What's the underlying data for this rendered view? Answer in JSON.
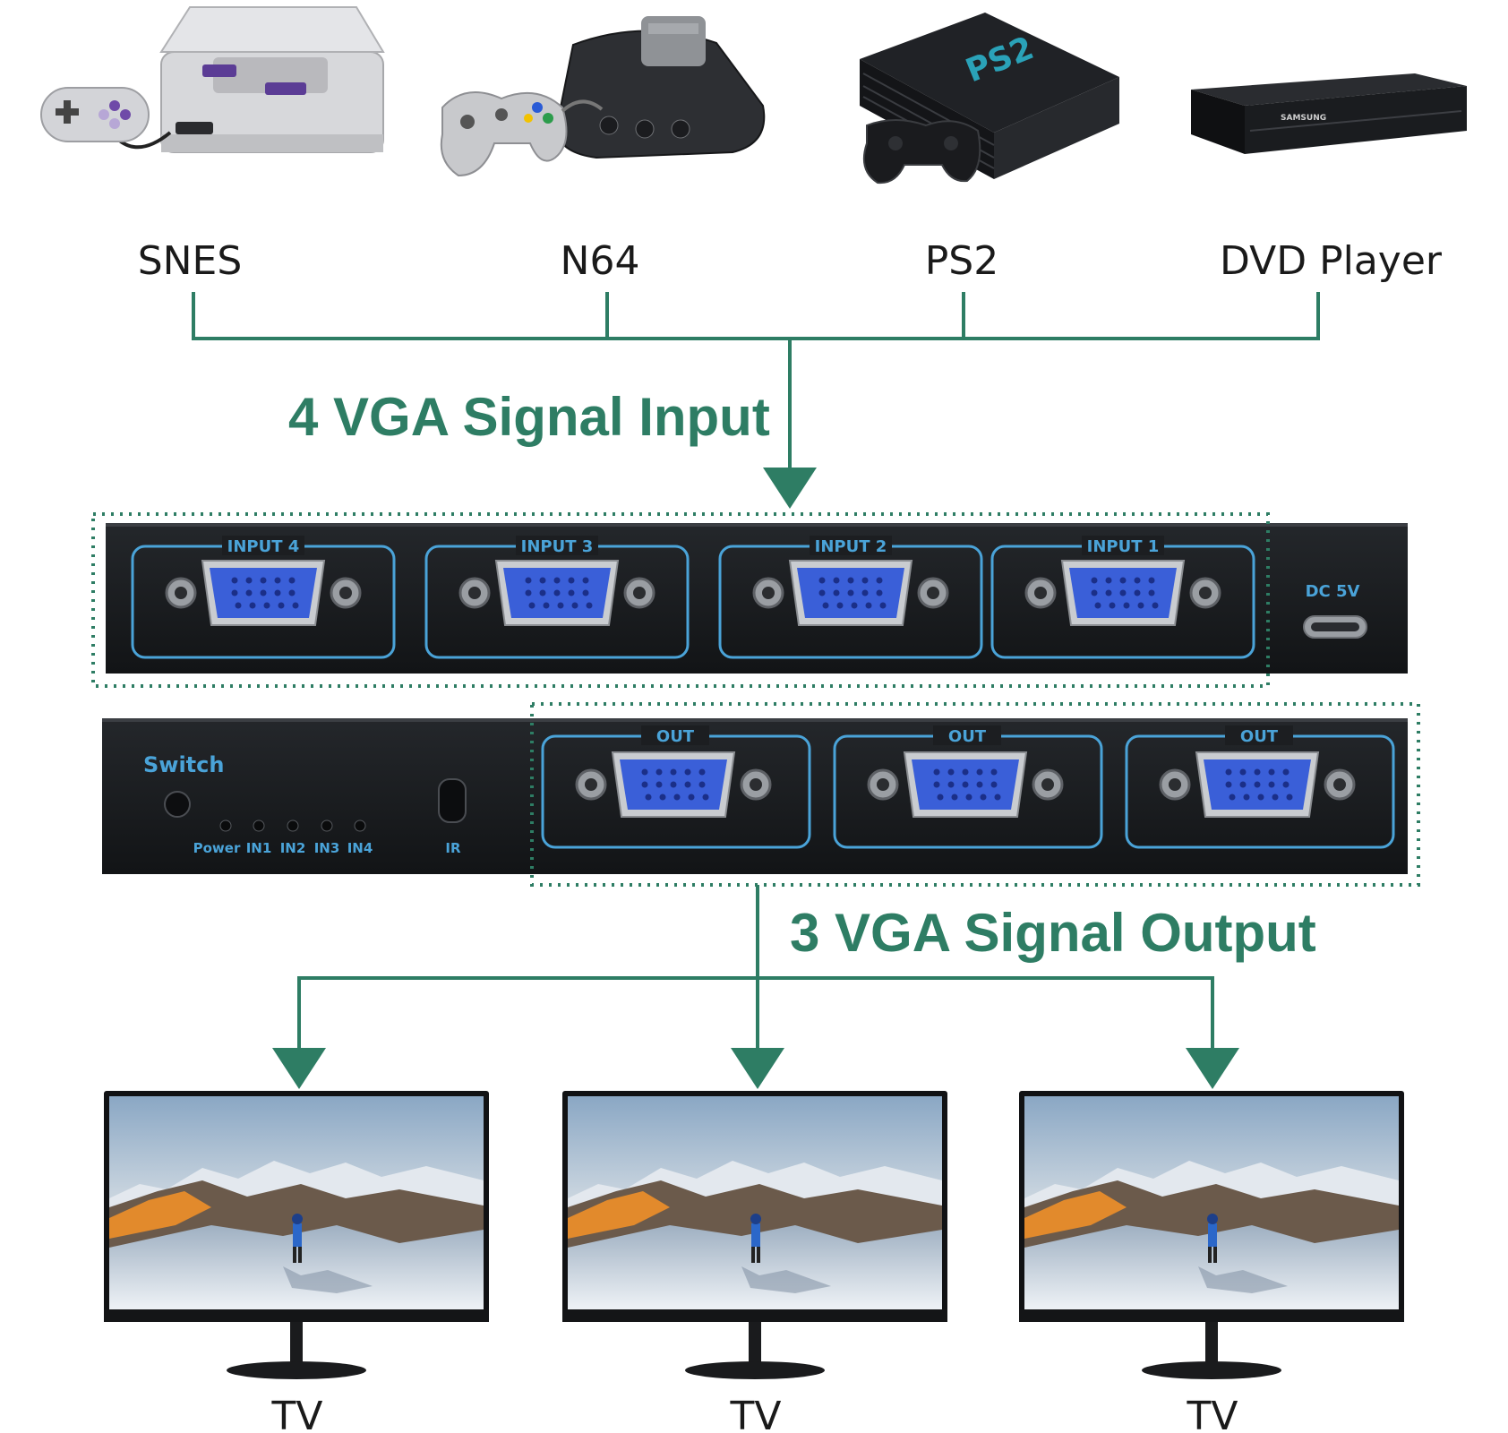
{
  "sources": [
    {
      "label": "SNES",
      "icon": "snes-console-icon"
    },
    {
      "label": "N64",
      "icon": "n64-console-icon"
    },
    {
      "label": "PS2",
      "icon": "ps2-console-icon"
    },
    {
      "label": "DVD Player",
      "icon": "dvd-player-icon"
    }
  ],
  "input_title": "4 VGA Signal Input",
  "output_title": "3 VGA Signal Output",
  "switch_back": {
    "inputs": [
      "INPUT 4",
      "INPUT 3",
      "INPUT 2",
      "INPUT 1"
    ],
    "power_label": "DC 5V"
  },
  "switch_front": {
    "switch_label": "Switch",
    "leds": [
      "Power",
      "IN1",
      "IN2",
      "IN3",
      "IN4"
    ],
    "ir_label": "IR",
    "outputs": [
      "OUT",
      "OUT",
      "OUT"
    ]
  },
  "displays": [
    {
      "label": "TV"
    },
    {
      "label": "TV"
    },
    {
      "label": "TV"
    }
  ],
  "colors": {
    "accent_green": "#2e7d64",
    "port_blue": "#3a5fd8",
    "panel_outline": "#4aa3d8",
    "device_body": "#17191c"
  }
}
